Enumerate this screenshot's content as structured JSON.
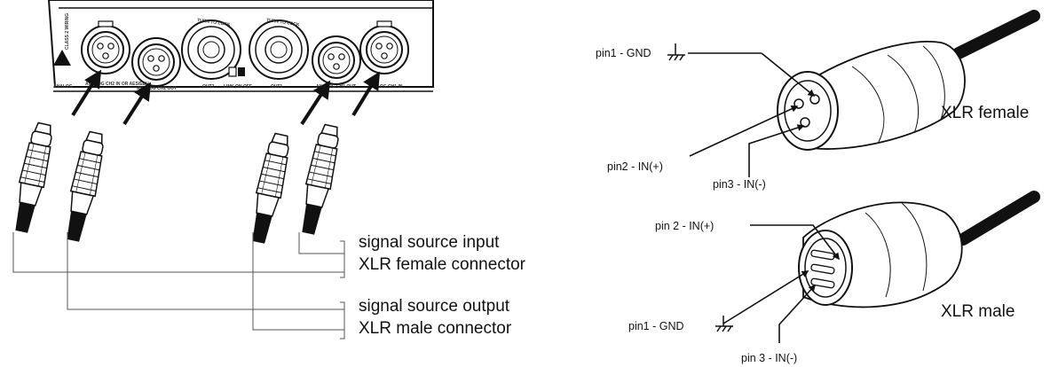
{
  "panel": {
    "class_label": "CLASS 2 WIRING",
    "turn_to_lock_1": "TURN TO LOCK",
    "turn_to_lock_2": "TURN TO LOCK",
    "out2": "OUT2",
    "out1": "OUT1",
    "link_on_off": "LINK ON OFF",
    "analog_label": "ANALOG",
    "ch2_in": "ANALOG CH2 IN OR AES/EBU",
    "ch2_out": "ANALOG CH2 OUT",
    "ch1_out": "ANALOG CH1 OUT",
    "ch1_in": "ANALOG CH1 IN"
  },
  "legend": {
    "input_line1": "signal source input",
    "input_line2": "XLR female connector",
    "output_line1": "signal source output",
    "output_line2": "XLR male connector"
  },
  "female": {
    "title": "XLR female",
    "pin1": "pin1 - GND",
    "pin2": "pin2 - IN(+)",
    "pin3": "pin3 - IN(-)"
  },
  "male": {
    "title": "XLR male",
    "pin2": "pin 2 - IN(+)",
    "pin1": "pin1 - GND",
    "pin3": "pin 3 - IN(-)"
  }
}
